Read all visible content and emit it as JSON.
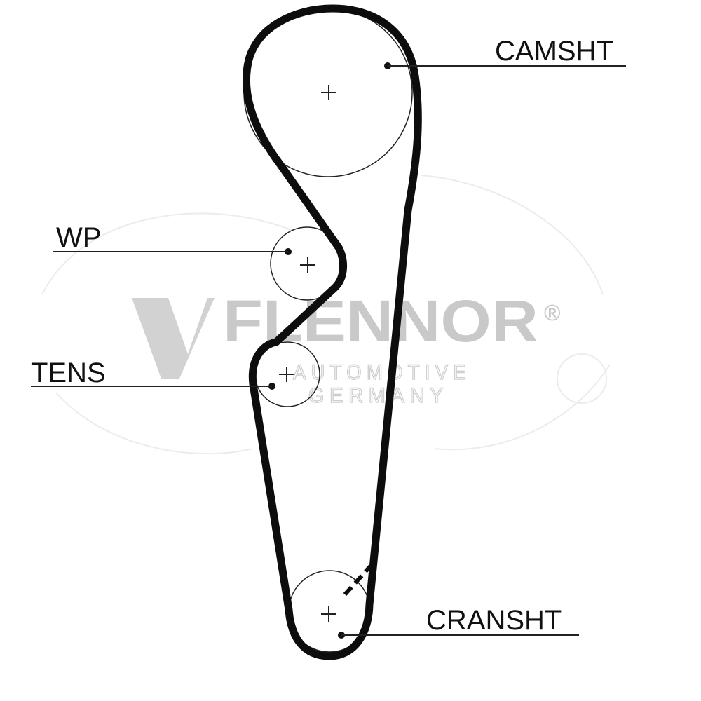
{
  "labels": {
    "camshaft": "CAMSHT",
    "water_pump": "WP",
    "tensioner": "TENS",
    "crankshaft": "CRANSHT"
  },
  "watermark": {
    "brand": "FLENNOR",
    "registered": "®",
    "line1": "AUTOMOTIVE",
    "line2": "GERMANY"
  },
  "colors": {
    "belt": "#0d0d0d",
    "line": "#222222",
    "watermark": "#c9c9c9"
  }
}
